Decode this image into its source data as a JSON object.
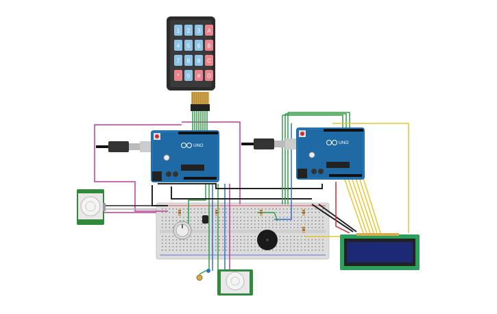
{
  "keypad": {
    "keys": [
      [
        "1",
        "2",
        "3",
        "A"
      ],
      [
        "4",
        "5",
        "6",
        "B"
      ],
      [
        "7",
        "8",
        "9",
        "C"
      ],
      [
        "*",
        "0",
        "#",
        "D"
      ]
    ]
  },
  "arduino_left": {
    "brand": "UNO",
    "logo": "arduino-logo"
  },
  "arduino_right": {
    "brand": "UNO",
    "logo": "arduino-logo"
  },
  "colors": {
    "board": "#1f6aa5",
    "digit_key": "#8fc4e6",
    "letter_key": "#e8848c",
    "keypad_body": "#2b2b2b",
    "lcd_body": "#2e9e5c",
    "lcd_screen": "#1c2a73",
    "pir_body": "#2f8a3b",
    "wire_red": "#d8262e",
    "wire_green": "#2f9e44",
    "wire_yellow": "#e6c62a",
    "wire_magenta": "#c2399c",
    "wire_blue": "#2f6ed2",
    "wire_black": "#222222"
  }
}
